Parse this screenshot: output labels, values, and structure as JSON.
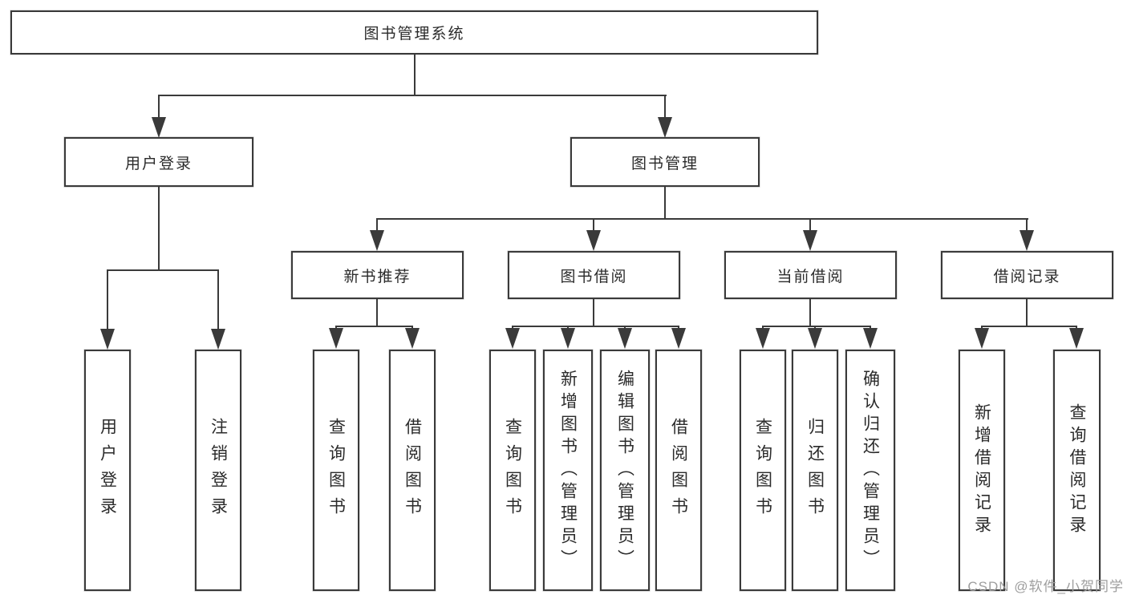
{
  "diagram": {
    "root": "图书管理系统",
    "level2": [
      "用户登录",
      "图书管理"
    ],
    "level3": [
      "新书推荐",
      "图书借阅",
      "当前借阅",
      "借阅记录"
    ],
    "leaves": [
      "用户登录",
      "注销登录",
      "查询图书",
      "借阅图书",
      "查询图书",
      "新增图书（管理员）",
      "编辑图书（管理员）",
      "借阅图书",
      "查询图书",
      "归还图书",
      "确认归还（管理员）",
      "新增借阅记录",
      "查询借阅记录"
    ]
  },
  "watermark": "CSDN @软件_小贺同学",
  "colors": {
    "line": "#3a3a3a",
    "text": "#2b2b2b",
    "watermark": "#9e9e9e",
    "background": "#ffffff"
  }
}
